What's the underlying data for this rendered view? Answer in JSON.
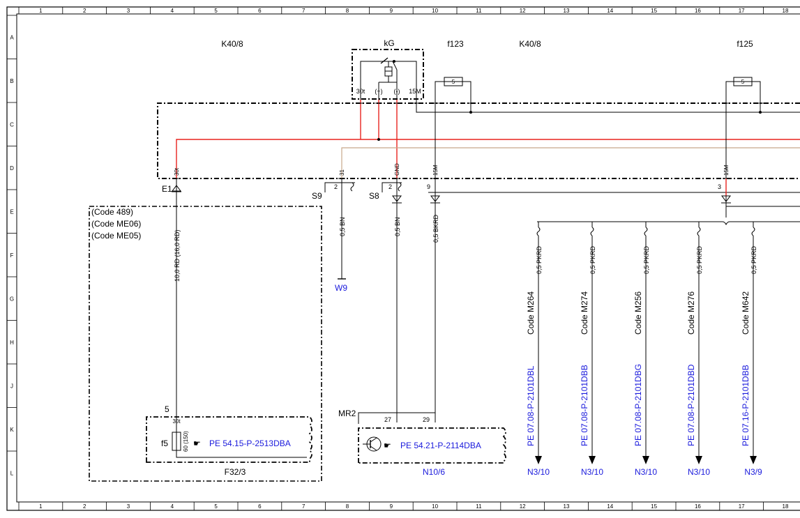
{
  "colors": {
    "red": "#e8231f",
    "tan": "#c8a88a",
    "blue": "#1a1adc",
    "line": "#000000"
  },
  "grid": {
    "columns": [
      "1",
      "2",
      "3",
      "4",
      "5",
      "6",
      "7",
      "8",
      "9",
      "10",
      "11",
      "12",
      "13",
      "14",
      "15",
      "16",
      "17",
      "18"
    ],
    "rows": [
      "A",
      "B",
      "C",
      "D",
      "E",
      "F",
      "G",
      "H",
      "J",
      "K",
      "L"
    ]
  },
  "headers": {
    "k40_left": "K40/8",
    "kg": "kG",
    "f123": "f123",
    "k40_right": "K40/8",
    "f125": "f125"
  },
  "relay_pins": {
    "p30t": "30t",
    "plus": "(+)",
    "minus": "(-)",
    "p15m": "15M"
  },
  "fuse_value": "5",
  "connector_pins": {
    "p30t": "30t",
    "p31": "31",
    "pgnd": "GND",
    "p15m_a": "15M",
    "p15m_b": "15M"
  },
  "labels": {
    "e1": "E1",
    "s9": "S9",
    "s8": "S8",
    "s9_pin": "2",
    "s8_pin": "2",
    "pin9": "9",
    "pin3": "3",
    "w9": "W9",
    "pin5": "5",
    "f5": "f5",
    "f5_pin": "30t",
    "f5_rating": "60 (150)",
    "f32": "F32/3",
    "mr2": "MR2",
    "pin27": "27",
    "pin29": "29",
    "n10": "N10/6"
  },
  "codes": [
    "(Code 489)",
    "(Code ME06)",
    "(Code ME05)"
  ],
  "wires": {
    "e1": "10,0 RD   (16,0 RD)",
    "w9": "0,5 BN",
    "s8": "0,5 BN",
    "bkrd": "0,5 BKRD"
  },
  "refs": {
    "f32": "PE 54.15-P-2513DBA",
    "n10": "PE 54.21-P-2114DBA"
  },
  "branches": [
    {
      "wire": "0,5 PKRD",
      "code": "Code M264",
      "ref": "PE 07.08-P-2101DBL",
      "dest": "N3/10"
    },
    {
      "wire": "0,5 PKRD",
      "code": "Code M274",
      "ref": "PE 07.08-P-2101DBB",
      "dest": "N3/10"
    },
    {
      "wire": "0,5 PKRD",
      "code": "Code M256",
      "ref": "PE 07.08-P-2101DBG",
      "dest": "N3/10"
    },
    {
      "wire": "0,5 PKRD",
      "code": "Code M276",
      "ref": "PE 07.08-P-2101DBD",
      "dest": "N3/10"
    },
    {
      "wire": "0,5 PKRD",
      "code": "Code M642",
      "ref": "PE 07.16-P-2101DBB",
      "dest": "N3/9"
    }
  ]
}
